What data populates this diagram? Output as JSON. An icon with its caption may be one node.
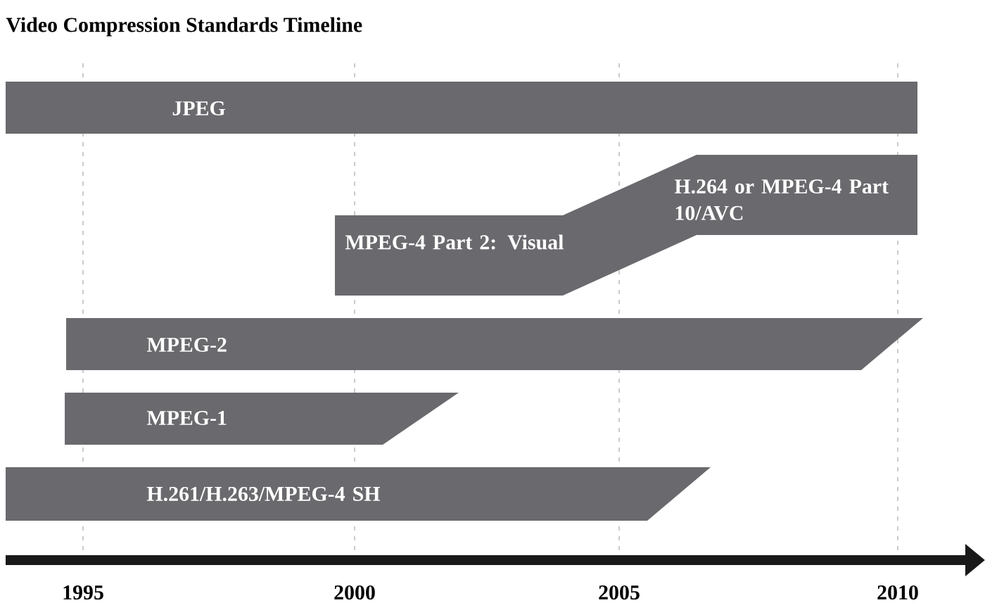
{
  "diagram": {
    "title": "Video Compression Standards Timeline",
    "nodes": [
      {
        "text": [
          "JPEG"
        ]
      },
      {
        "text": [
          "MPEG-4 Part 2: Visual",
          "H.264 or MPEG-4 Part 10/AVC"
        ]
      },
      {
        "text": [
          "MPEG-2"
        ]
      },
      {
        "text": [
          "MPEG-1"
        ]
      },
      {
        "text": [
          "H.261/H.263/MPEG-4 SH"
        ]
      }
    ],
    "edges": [],
    "labels": [
      "1995",
      "2000",
      "2005",
      "2010"
    ]
  }
}
